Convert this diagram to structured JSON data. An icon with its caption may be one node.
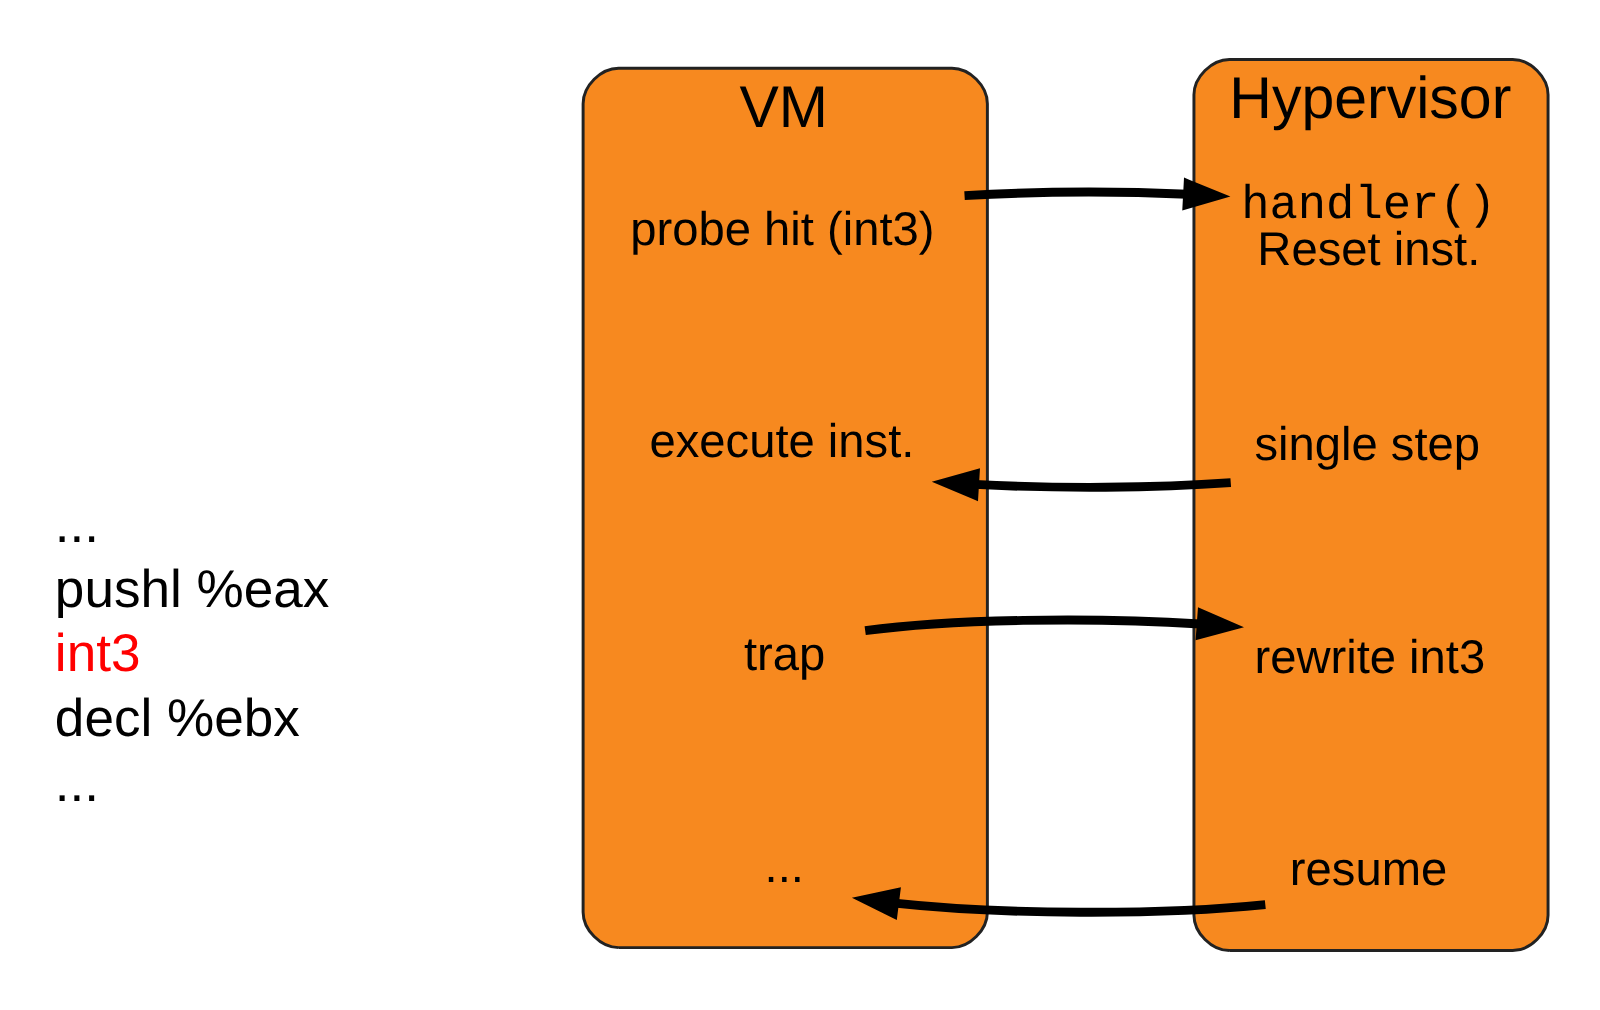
{
  "diagram": {
    "nodes": [
      {
        "text": [
          "VM"
        ]
      },
      {
        "text": [
          "probe hit (int3)"
        ],
        "in": 0
      },
      {
        "text": [
          "execute inst."
        ],
        "in": 0
      },
      {
        "text": [
          "trap"
        ],
        "in": 0
      },
      {
        "text": [
          "..."
        ],
        "in": 0
      },
      {
        "text": [
          "Hypervisor"
        ]
      },
      {
        "text": [
          "handler()",
          "Reset inst."
        ],
        "in": 5
      },
      {
        "text": [
          "single step"
        ],
        "in": 5
      },
      {
        "text": [
          "rewrite int3"
        ],
        "in": 5
      },
      {
        "text": [
          "resume"
        ],
        "in": 5
      }
    ],
    "edges": [
      {
        "from": 1,
        "to": 6,
        "arrow": "to"
      },
      {
        "from": 7,
        "to": 2,
        "arrow": "to"
      },
      {
        "from": 3,
        "to": 8,
        "arrow": "to"
      },
      {
        "from": 9,
        "to": 4,
        "arrow": "to"
      }
    ],
    "labels": [
      "...",
      "pushl %eax",
      "int3",
      "decl %ebx",
      "..."
    ]
  }
}
